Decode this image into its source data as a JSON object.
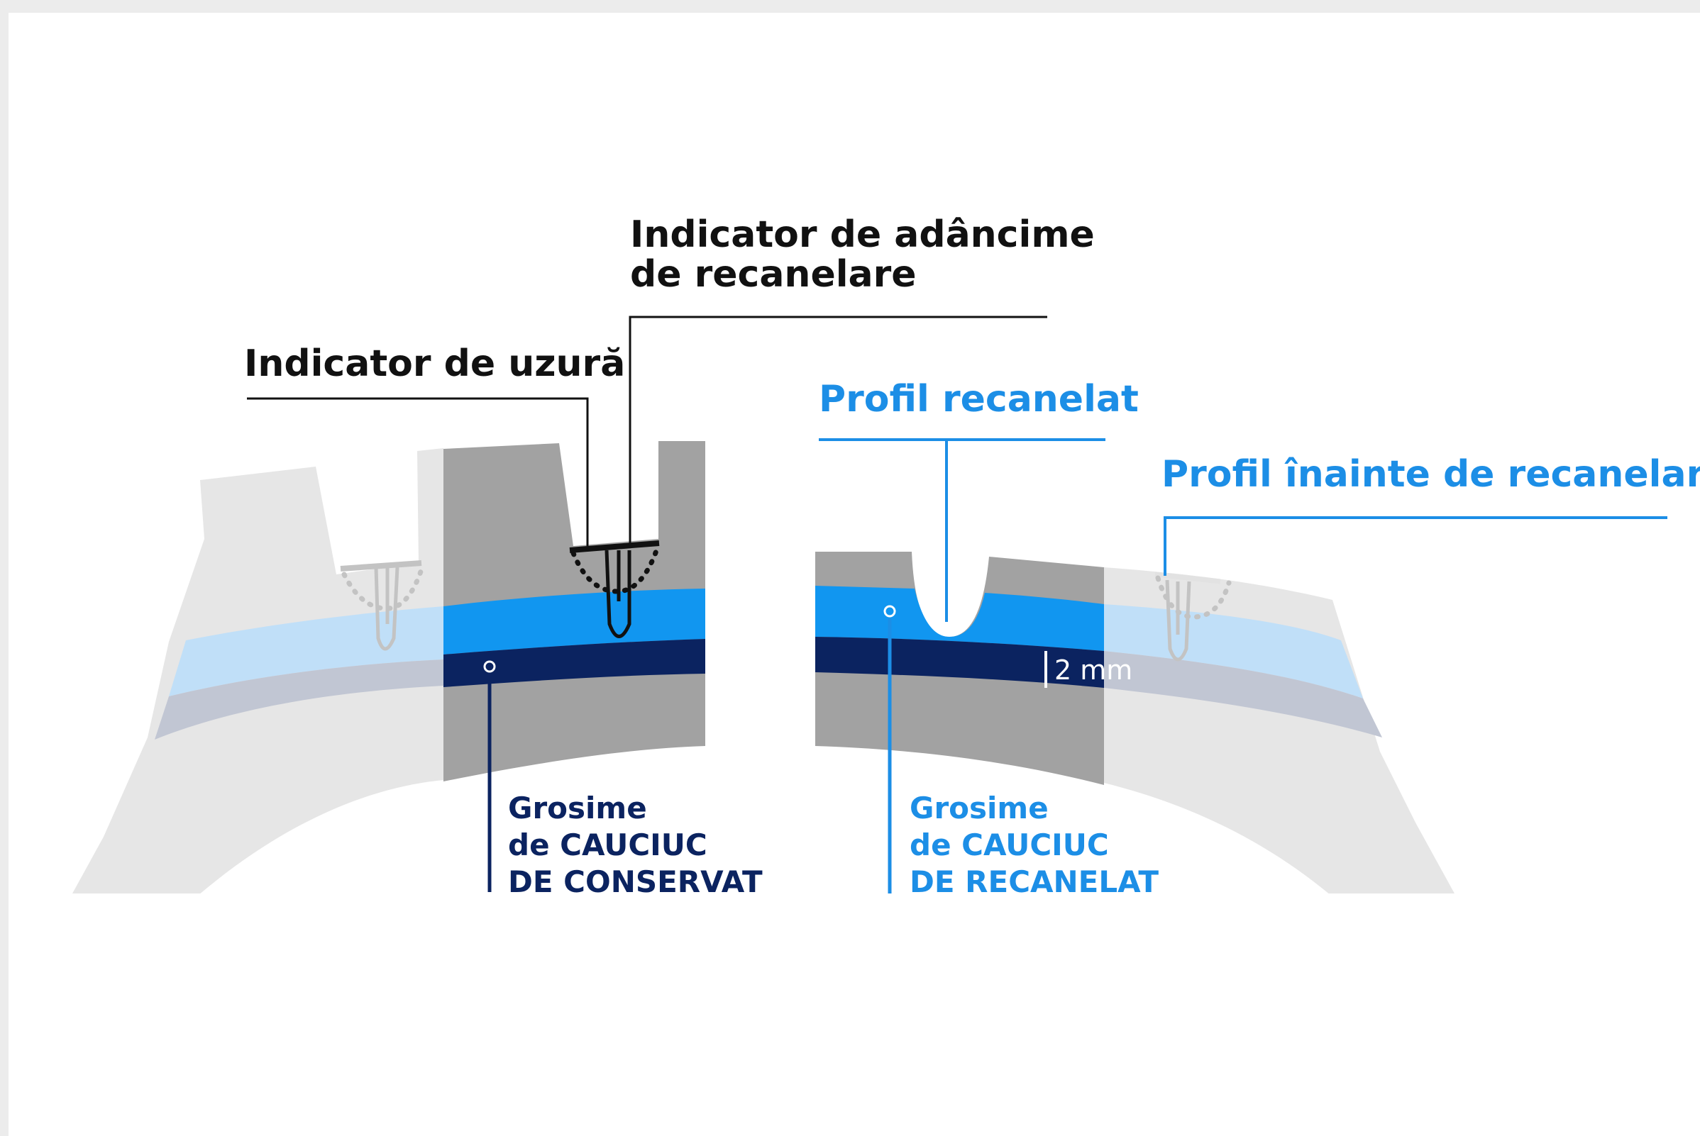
{
  "labels": {
    "recut_depth_indicator": [
      "Indicator de adâncime",
      "de recanelare"
    ],
    "wear_indicator": "Indicator de uzură",
    "regrooved_profile": "Profil recanelat",
    "profile_before_regroove": "Profil înainte de recanelare",
    "thickness_to_keep": [
      "Grosime",
      "de CAUCIUC",
      "DE CONSERVAT"
    ],
    "thickness_to_regroove": [
      "Grosime",
      "de CAUCIUC",
      "DE RECANELAT"
    ],
    "dimension": "2 mm"
  },
  "colors": {
    "page_border": "#ececec",
    "light_gray": "#e6e6e6",
    "mid_gray": "#a2a2a2",
    "light_blue": "#c0dff8",
    "blue": "#1196f0",
    "navy": "#0b2360",
    "gray_navy": "#c1c6d3",
    "black": "#111111",
    "accent_blue": "#1c8ee6"
  }
}
